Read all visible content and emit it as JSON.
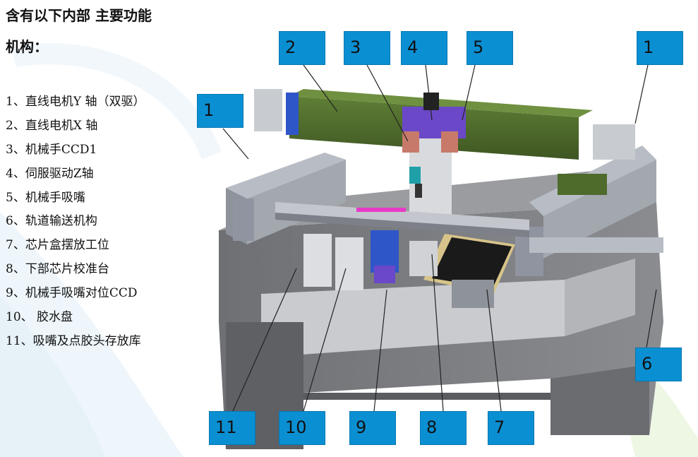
{
  "heading_line1": "含有以下内部 主要功能",
  "heading_line2": "机构：",
  "items": [
    "1、直线电机Y 轴（双驱）",
    "2、直线电机X 轴",
    "3、机械手CCD1",
    "4、伺服驱动Z轴",
    "5、机械手吸嘴",
    "6、轨道输送机构",
    "7、芯片盒摆放工位",
    "8、下部芯片校准台",
    "9、机械手吸嘴对位CCD",
    "10、 胶水盘",
    "11、吸嘴及点胶头存放库"
  ],
  "callouts": [
    "2",
    "3",
    "4",
    "5",
    "1",
    "1",
    "6",
    "11",
    "10",
    "9",
    "8",
    "7"
  ],
  "colors": {
    "callout_fill": "#0a8fd3",
    "frame_gray": "#7a7c80",
    "gantry_green": "#4e6b2c",
    "accent_blue": "#2f56c8",
    "accent_purple": "#6a48c8",
    "accent_magenta": "#e83ac8"
  }
}
